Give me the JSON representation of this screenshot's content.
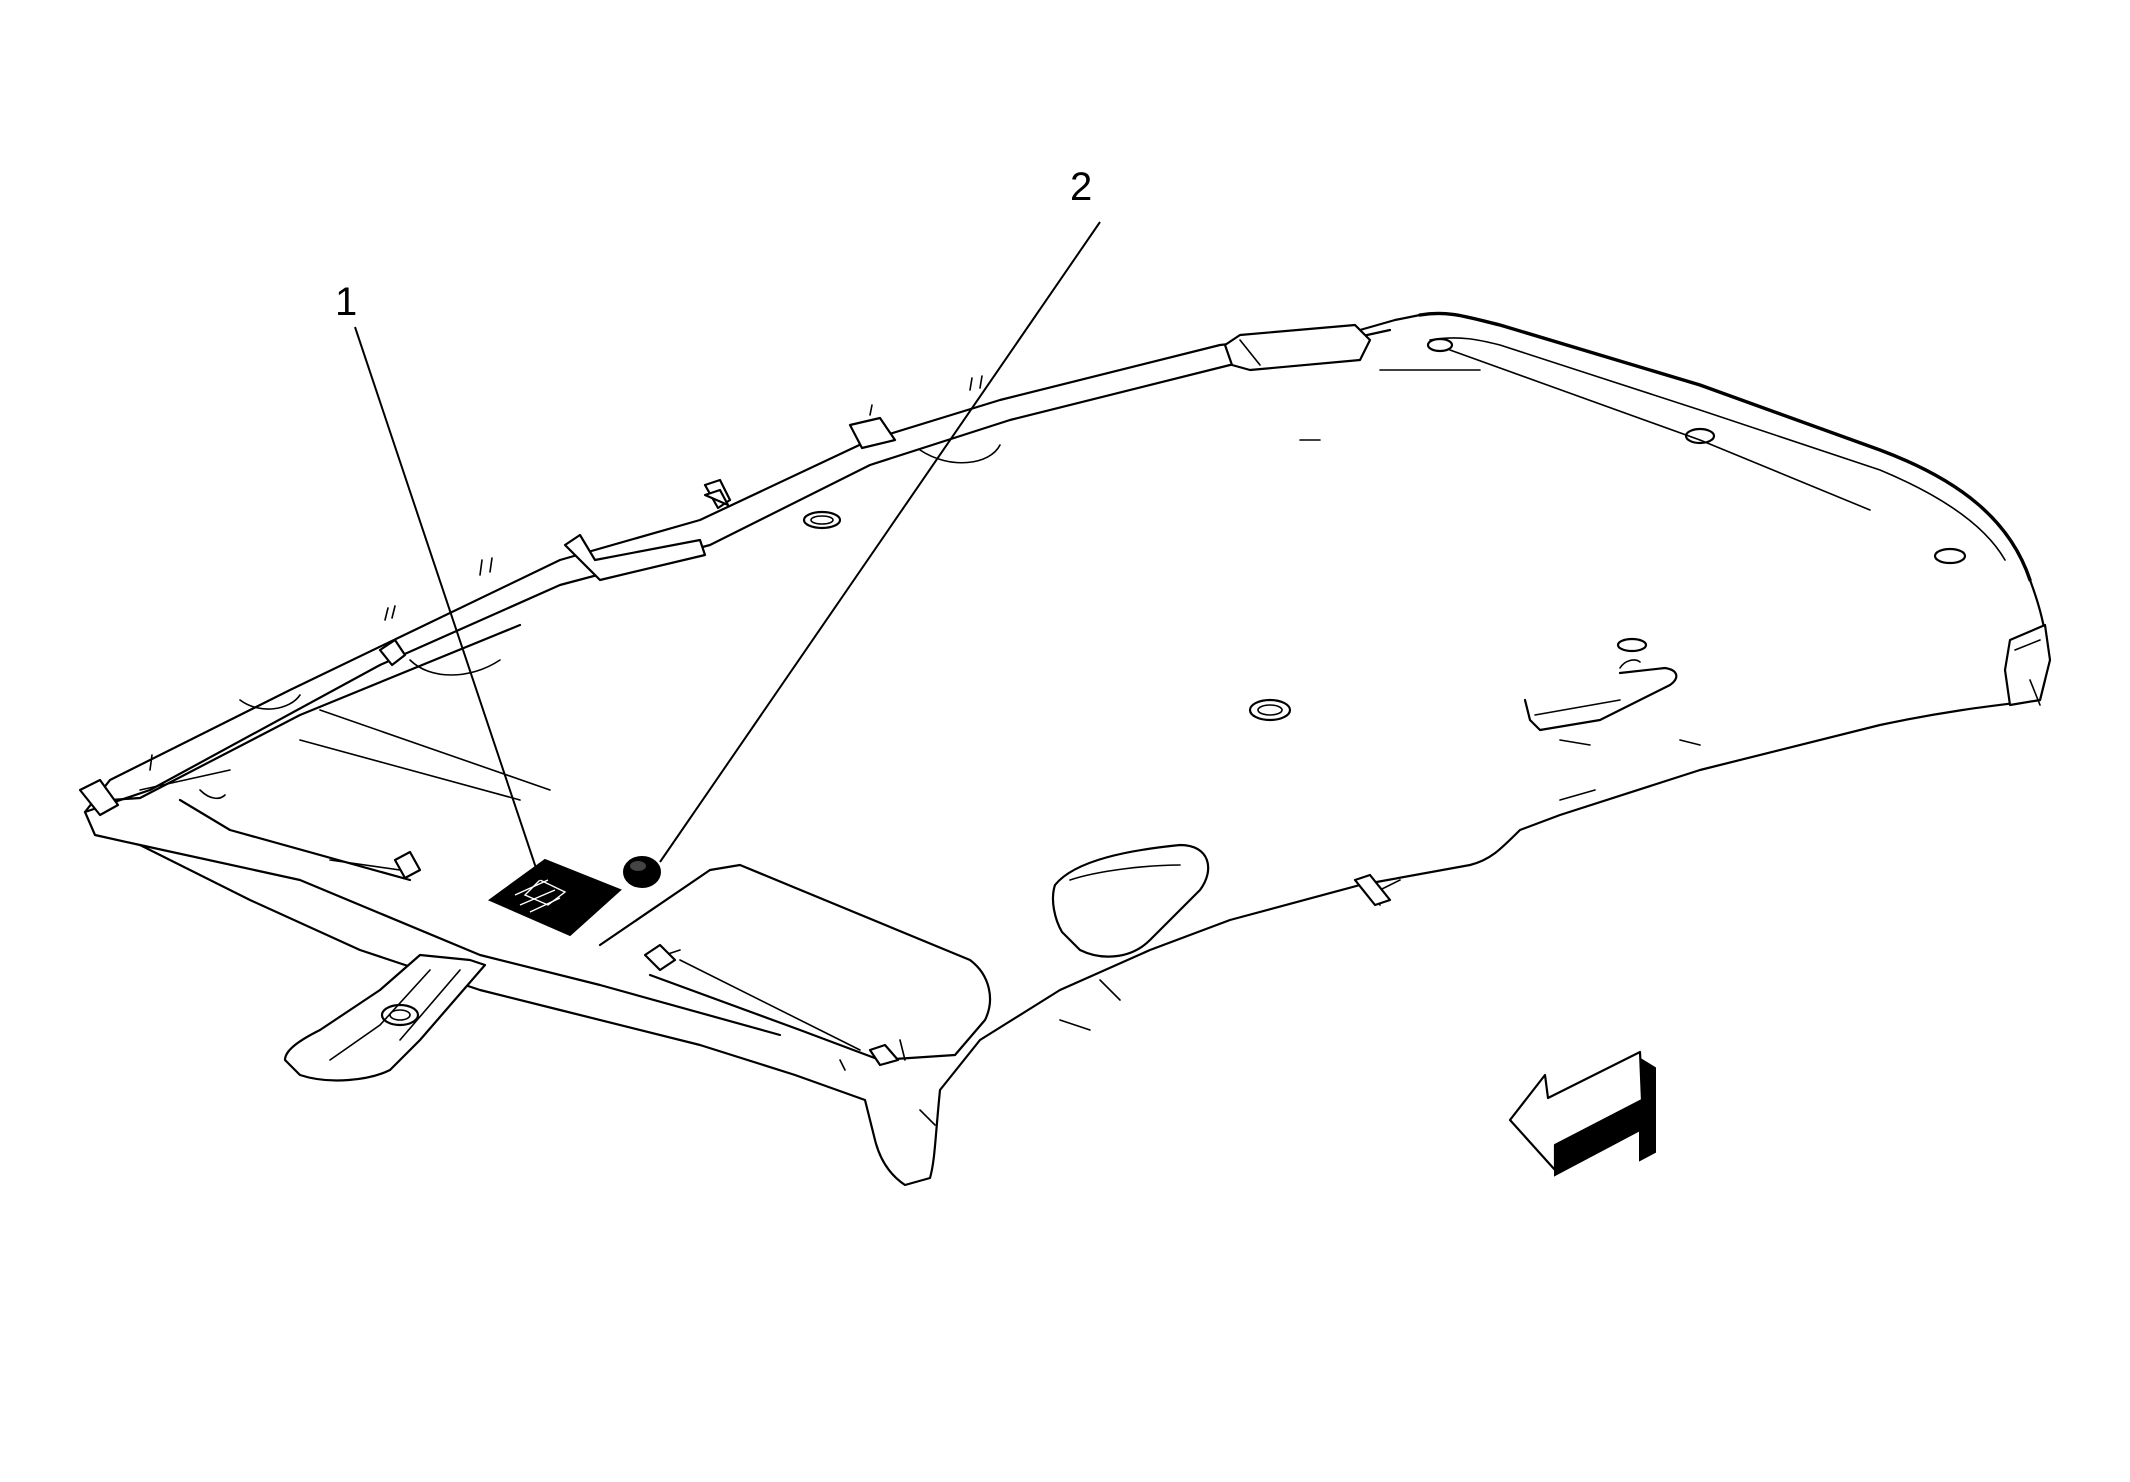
{
  "callouts": [
    {
      "id": "callout-1",
      "label": "1"
    },
    {
      "id": "callout-2",
      "label": "2"
    }
  ],
  "colors": {
    "line": "#000000",
    "background": "#ffffff"
  },
  "icons": {
    "direction_arrow": "front-direction-arrow-icon"
  }
}
